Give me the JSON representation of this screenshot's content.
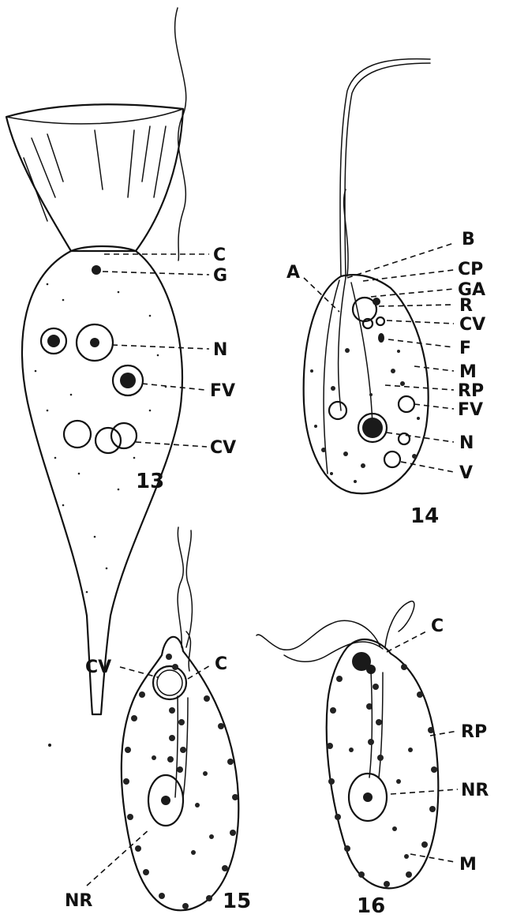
{
  "figures": [
    {
      "number": "13",
      "labels": [
        "C",
        "G",
        "N",
        "FV",
        "CV"
      ]
    },
    {
      "number": "14",
      "labels": [
        "A",
        "B",
        "CP",
        "GA",
        "R",
        "CV",
        "F",
        "M",
        "RP",
        "FV",
        "N",
        "V"
      ]
    },
    {
      "number": "15",
      "labels": [
        "CV",
        "C",
        "NR"
      ]
    },
    {
      "number": "16",
      "labels": [
        "C",
        "RP",
        "NR",
        "M"
      ]
    }
  ],
  "colors": {
    "ink": "#111111",
    "paper": "#ffffff"
  }
}
